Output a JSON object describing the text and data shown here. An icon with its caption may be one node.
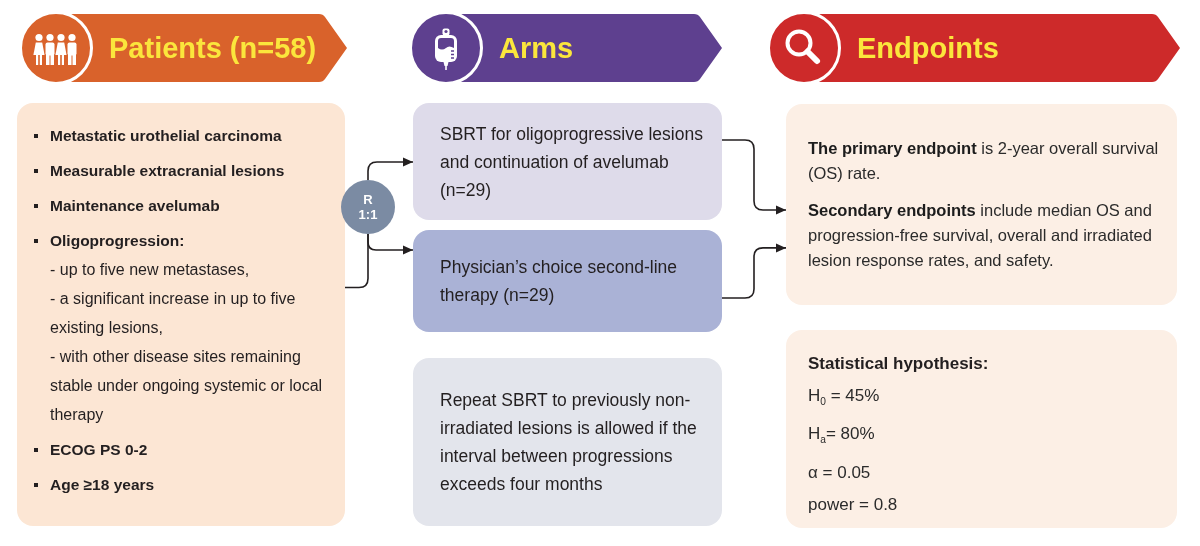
{
  "diagram": {
    "nodes": [
      {
        "text": [
          "Patients (n=58)"
        ]
      },
      {
        "text": [
          "Metastatic urothelial carcinoma",
          "Measurable extracranial lesions",
          "Maintenance avelumab",
          "Oligoprogression:",
          "- up to five new metastases,",
          "- a significant increase in up to five existing lesions,",
          "- with other disease sites remaining stable under ongoing systemic or local therapy",
          "ECOG PS 0-2",
          "Age ≥18 years"
        ]
      },
      {
        "text": [
          "Arms"
        ]
      },
      {
        "text": [
          "R 1:1"
        ]
      },
      {
        "text": [
          "SBRT for oligoprogressive lesions and continuation of avelumab (n=29)"
        ]
      },
      {
        "text": [
          "Physician’s choice second-line therapy (n=29)"
        ]
      },
      {
        "text": [
          "Repeat SBRT to previously non-irradiated lesions is allowed if the interval between progressions exceeds four months"
        ]
      },
      {
        "text": [
          "Endpoints"
        ]
      },
      {
        "text": [
          "**The primary endpoint** is 2-year overall survival (OS) rate.",
          "**Secondary endpoints** include median OS and progression-free survival, overall and irradiated lesion response rates, and safety."
        ]
      },
      {
        "text": [
          "Statistical hypothesis:",
          "H$_{0}$ = 45%",
          "H$_{a}$= 80%",
          "α = 0.05",
          "power = 0.8"
        ]
      }
    ],
    "edges": [
      {
        "from": 1,
        "to": 3,
        "arrow": "none"
      },
      {
        "from": 3,
        "to": 4,
        "arrow": "to"
      },
      {
        "from": 3,
        "to": 5,
        "arrow": "to"
      },
      {
        "from": 4,
        "to": 8,
        "arrow": "to"
      },
      {
        "from": 5,
        "to": 8,
        "arrow": "to"
      }
    ]
  }
}
